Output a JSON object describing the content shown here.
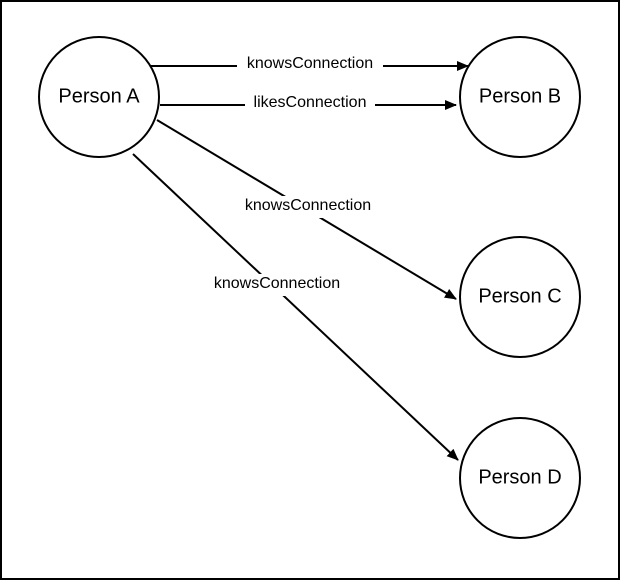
{
  "diagram": {
    "nodes": [
      {
        "id": "a",
        "label": "Person A"
      },
      {
        "id": "b",
        "label": "Person B"
      },
      {
        "id": "c",
        "label": "Person C"
      },
      {
        "id": "d",
        "label": "Person D"
      }
    ],
    "edges": [
      {
        "from": "a",
        "to": "b",
        "label": "knowsConnection"
      },
      {
        "from": "a",
        "to": "b",
        "label": "likesConnection"
      },
      {
        "from": "a",
        "to": "c",
        "label": "knowsConnection"
      },
      {
        "from": "a",
        "to": "d",
        "label": "knowsConnection"
      }
    ]
  },
  "colors": {
    "stroke": "#000000",
    "fill": "#ffffff"
  }
}
